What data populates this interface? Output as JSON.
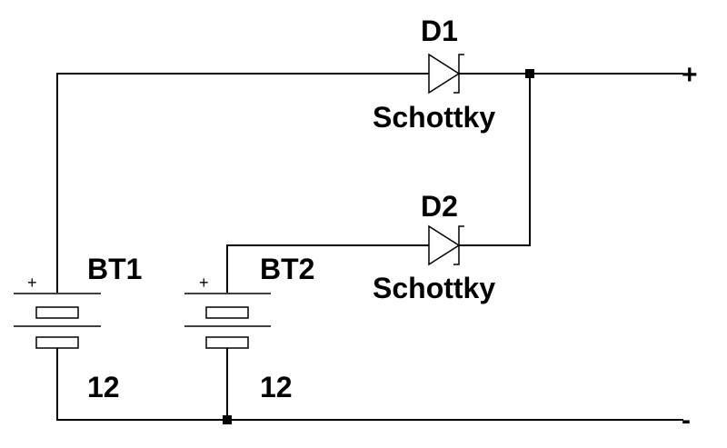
{
  "components": {
    "bt1": {
      "name": "BT1",
      "value": "12",
      "polarity": "+"
    },
    "bt2": {
      "name": "BT2",
      "value": "12",
      "polarity": "+"
    },
    "d1": {
      "name": "D1",
      "type": "Schottky"
    },
    "d2": {
      "name": "D2",
      "type": "Schottky"
    }
  },
  "outputs": {
    "positive": "+",
    "negative": "-"
  },
  "colors": {
    "wire": "#000000",
    "background": "#ffffff"
  }
}
